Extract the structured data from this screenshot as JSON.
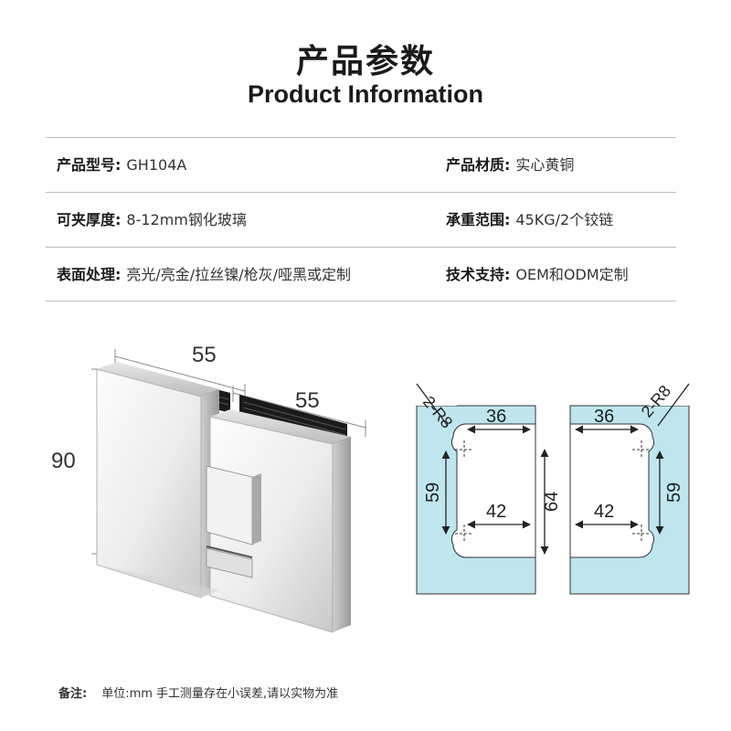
{
  "header": {
    "title_cn": "产品参数",
    "title_en": "Product Information"
  },
  "specs": [
    {
      "left_label": "产品型号:",
      "left_value": "GH104A",
      "right_label": "产品材质:",
      "right_value": "实心黄铜"
    },
    {
      "left_label": "可夹厚度:",
      "left_value": "8-12mm钢化玻璃",
      "right_label": "承重范围:",
      "right_value": "45KG/2个铰链"
    },
    {
      "left_label": "表面处理:",
      "left_value": "亮光/亮金/拉丝镍/枪灰/哑黑或定制",
      "right_label": "技术支持:",
      "right_value": "OEM和ODM定制"
    }
  ],
  "product_dims": {
    "width_left": "55",
    "width_right": "55",
    "height": "90"
  },
  "diagram": {
    "radius_label": "2-R8",
    "top_width": "36",
    "hole_spacing": "59",
    "center_height": "64",
    "bottom_width": "42"
  },
  "note": {
    "label": "备注:",
    "text": "单位:mm 手工测量存在小误差,请以实物为准"
  },
  "colors": {
    "glass": "#bfe6ee",
    "metal_light": "#f4f4f4",
    "metal_dark": "#b5b5b5",
    "gasket": "#1a1a1a",
    "line": "#333333"
  }
}
